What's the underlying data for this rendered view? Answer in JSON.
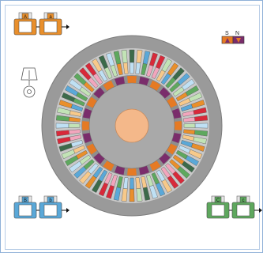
{
  "legend": {
    "s_label": "S",
    "n_label": "N"
  },
  "icons": [
    "single-pole-switch-icon",
    "circle-marker-icon"
  ],
  "phases": [
    {
      "id": "a",
      "upper": "A",
      "lower": "a",
      "color": "#e98f2b",
      "light": "#f7c98a"
    },
    {
      "id": "b",
      "upper": "B",
      "lower": "b",
      "color": "#5aa8d8",
      "light": "#bfe0f4"
    },
    {
      "id": "c",
      "upper": "C",
      "lower": "c",
      "color": "#5ea85e",
      "light": "#c2e3b6"
    }
  ],
  "machine": {
    "stator_slots": 60,
    "rotor_poles": 24,
    "colors": {
      "outer_ring": "#9a9a9a",
      "stator_back": "#c9c9c9",
      "rotor_body": "#a9a9a9",
      "shaft": "#f4b88a",
      "pole_s": "#e57a24",
      "pole_n": "#7a2d6b",
      "red_coil": "#d8293a",
      "pink_coil": "#f2a6bd",
      "dark_coil": "#3c6a4a",
      "teal_coil": "#2c8fa0"
    }
  }
}
